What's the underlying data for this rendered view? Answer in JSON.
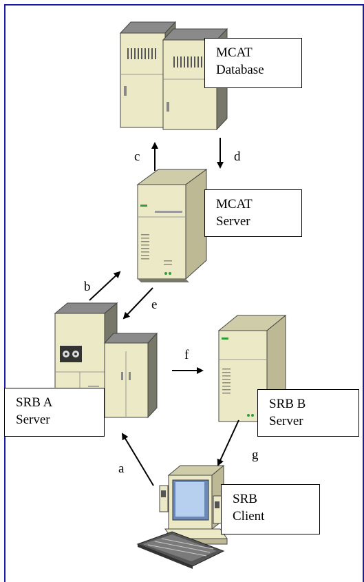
{
  "nodes": {
    "mcat_database": {
      "line1": "MCAT",
      "line2": "Database"
    },
    "mcat_server": {
      "line1": "MCAT",
      "line2": "Server"
    },
    "srb_a_server": {
      "line1": "SRB A",
      "line2": "Server"
    },
    "srb_b_server": {
      "line1": "SRB B",
      "line2": "Server"
    },
    "srb_client": {
      "line1": "SRB",
      "line2": "Client"
    }
  },
  "edges": {
    "a": "a",
    "b": "b",
    "c": "c",
    "d": "d",
    "e": "e",
    "f": "f",
    "g": "g"
  },
  "colors": {
    "frame": "#1a1aa8",
    "machine_body": "#ece9c6",
    "machine_shade": "#c9c6a0",
    "machine_dark": "#77776a",
    "machine_top": "#8a8a8a"
  }
}
